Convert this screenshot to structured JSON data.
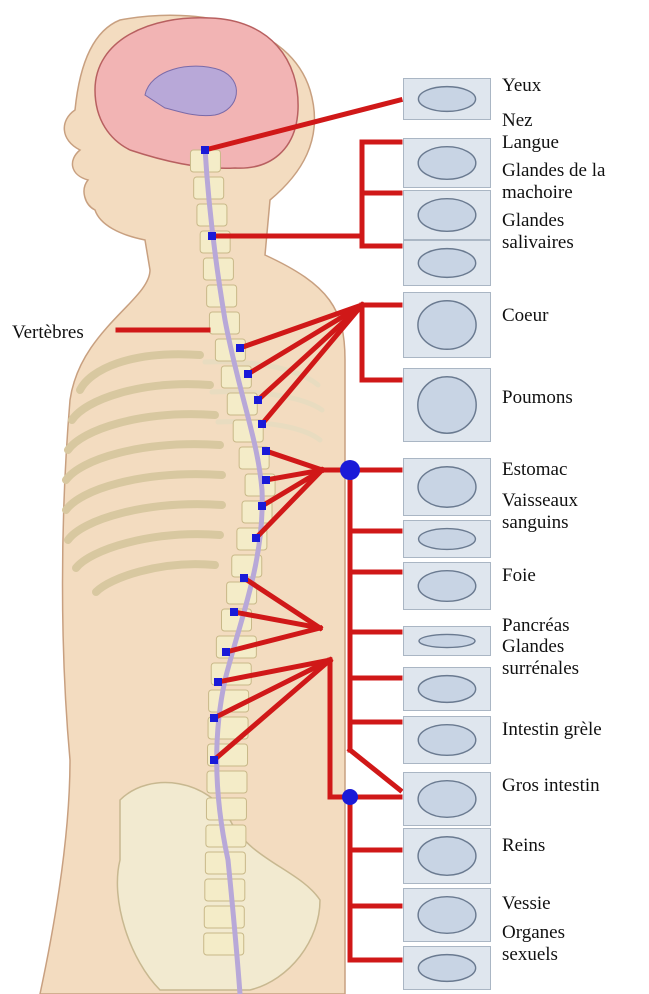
{
  "vertebrae_label": "Vertèbres",
  "organs": [
    {
      "id": "eyes",
      "label": "Yeux"
    },
    {
      "id": "nose",
      "label": "Nez\nLangue"
    },
    {
      "id": "jaw",
      "label": "Glandes de la\nmachoire"
    },
    {
      "id": "salivary",
      "label": "Glandes\nsalivaires"
    },
    {
      "id": "heart",
      "label": "Coeur"
    },
    {
      "id": "lungs",
      "label": "Poumons"
    },
    {
      "id": "stomach",
      "label": "Estomac"
    },
    {
      "id": "vessels",
      "label": "Vaisseaux\nsanguins"
    },
    {
      "id": "liver",
      "label": "Foie"
    },
    {
      "id": "pancreas",
      "label": "Pancréas"
    },
    {
      "id": "adrenal",
      "label": "Glandes\nsurrénales"
    },
    {
      "id": "small_intestine",
      "label": "Intestin grèle"
    },
    {
      "id": "large_intestine",
      "label": "Gros intestin"
    },
    {
      "id": "kidneys",
      "label": "Reins"
    },
    {
      "id": "bladder",
      "label": "Vessie"
    },
    {
      "id": "sexual",
      "label": "Organes\nsexuels"
    }
  ],
  "colors": {
    "nerve_line": "#d01818",
    "spine_marker": "#1a1ad8",
    "box_fill": "#dfe6ee",
    "skin": "#f3dcc0"
  }
}
